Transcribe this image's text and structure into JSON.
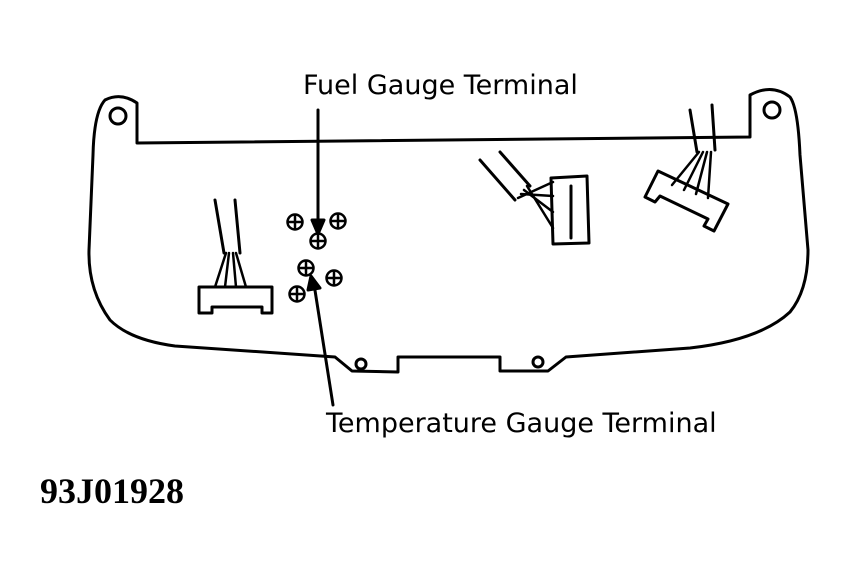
{
  "labels": {
    "fuel_gauge_terminal": "Fuel Gauge Terminal",
    "temperature_gauge_terminal": "Temperature Gauge Terminal"
  },
  "figure_id": "93J01928"
}
